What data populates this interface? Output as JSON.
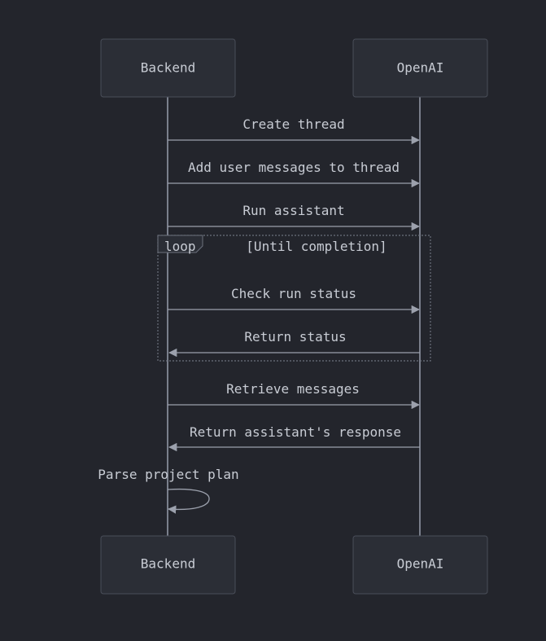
{
  "diagram": {
    "type": "sequence",
    "participants": [
      "Backend",
      "OpenAI"
    ],
    "messages": [
      {
        "from": "Backend",
        "to": "OpenAI",
        "text": "Create thread"
      },
      {
        "from": "Backend",
        "to": "OpenAI",
        "text": "Add user messages to thread"
      },
      {
        "from": "Backend",
        "to": "OpenAI",
        "text": "Run assistant"
      },
      {
        "from": "Backend",
        "to": "OpenAI",
        "text": "Check run status"
      },
      {
        "from": "OpenAI",
        "to": "Backend",
        "text": "Return status"
      },
      {
        "from": "Backend",
        "to": "OpenAI",
        "text": "Retrieve messages"
      },
      {
        "from": "OpenAI",
        "to": "Backend",
        "text": "Return assistant's response"
      },
      {
        "from": "Backend",
        "to": "Backend",
        "text": "Parse project plan"
      }
    ],
    "loop": {
      "keyword": "loop",
      "condition": "[Until completion]"
    }
  },
  "colors": {
    "background": "#23252c",
    "actor_fill": "#2b2e36",
    "actor_stroke": "#4a4e59",
    "line": "#9ca1ad",
    "text": "#c8ccd4"
  }
}
